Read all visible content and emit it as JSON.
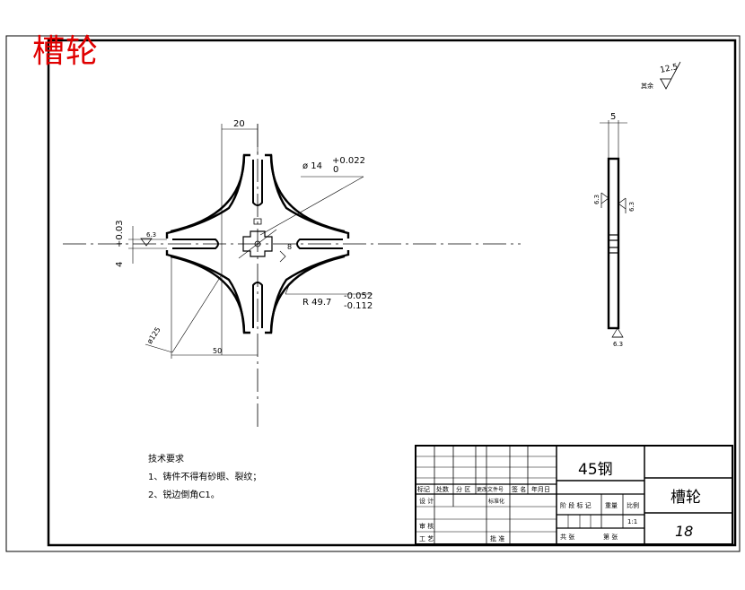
{
  "header": {
    "title": "槽轮"
  },
  "roughness": {
    "label": "其余",
    "value": "12.5"
  },
  "front_view": {
    "dim_top_width": "20",
    "dim_hole_d": "ø 14",
    "dim_hole_tol_upper": "+0.022",
    "dim_hole_tol_lower": "0",
    "dim_slot_width": "4",
    "dim_slot_tol": "+0.03",
    "roughness_slot": "6.3",
    "dim_keyway": "8",
    "dim_radius": "R  49.7",
    "dim_radius_tol_upper": "-0.052",
    "dim_radius_tol_lower": "-0.112",
    "dim_outer_d": "ø125",
    "dim_bottom_width": "50"
  },
  "side_view": {
    "dim_thickness": "5",
    "roughness_left": "6.3",
    "roughness_right": "6.3",
    "roughness_bottom": "6.3"
  },
  "notes": {
    "heading": "技术要求",
    "items": [
      "1、铸件不得有砂眼、裂纹；",
      "2、锐边倒角C1。"
    ]
  },
  "title_block": {
    "material": "45钢",
    "part_name": "槽轮",
    "drawing_no": "18",
    "scale": "1:1",
    "row_labels": [
      "标记",
      "处数",
      "分 区",
      "更改文件号",
      "签 名",
      "年月日"
    ],
    "designer": "设 计",
    "standard": "标准化",
    "stage": "阶 段 标 记",
    "weight": "重量",
    "ratio": "比例",
    "checker": "审 核",
    "craft": "工 艺",
    "approve": "批 准",
    "total_sheets": "共     张",
    "sheet_no": "第     张"
  }
}
